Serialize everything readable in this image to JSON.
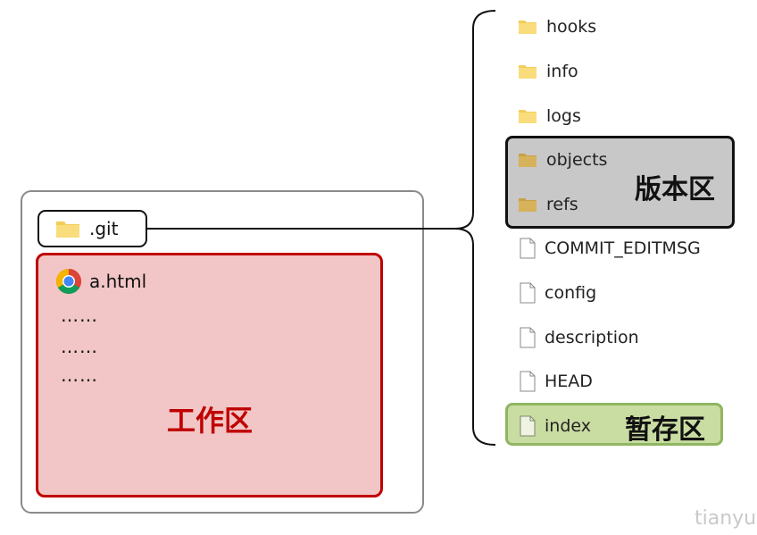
{
  "git_folder": {
    "label": ".git"
  },
  "working_area": {
    "label": "工作区",
    "file": {
      "name": "a.html",
      "icon": "chrome-icon"
    },
    "dots": [
      "……",
      "……",
      "……"
    ]
  },
  "git_items": [
    {
      "name": "hooks",
      "icon": "folder-icon"
    },
    {
      "name": "info",
      "icon": "folder-icon"
    },
    {
      "name": "logs",
      "icon": "folder-icon"
    },
    {
      "name": "objects",
      "icon": "folder-icon"
    },
    {
      "name": "refs",
      "icon": "folder-icon"
    },
    {
      "name": "COMMIT_EDITMSG",
      "icon": "file-icon"
    },
    {
      "name": "config",
      "icon": "file-icon"
    },
    {
      "name": "description",
      "icon": "file-icon"
    },
    {
      "name": "HEAD",
      "icon": "file-icon"
    },
    {
      "name": "index",
      "icon": "file-icon"
    }
  ],
  "version_area": {
    "label": "版本区"
  },
  "staging_area": {
    "label": "暂存区"
  },
  "watermark": "tianyu",
  "colors": {
    "working_border": "#c00000",
    "working_fill": "#f2c6c6",
    "version_fill": "#c8c8c8",
    "staging_border": "#8fb561",
    "staging_fill": "#c9dca2"
  }
}
